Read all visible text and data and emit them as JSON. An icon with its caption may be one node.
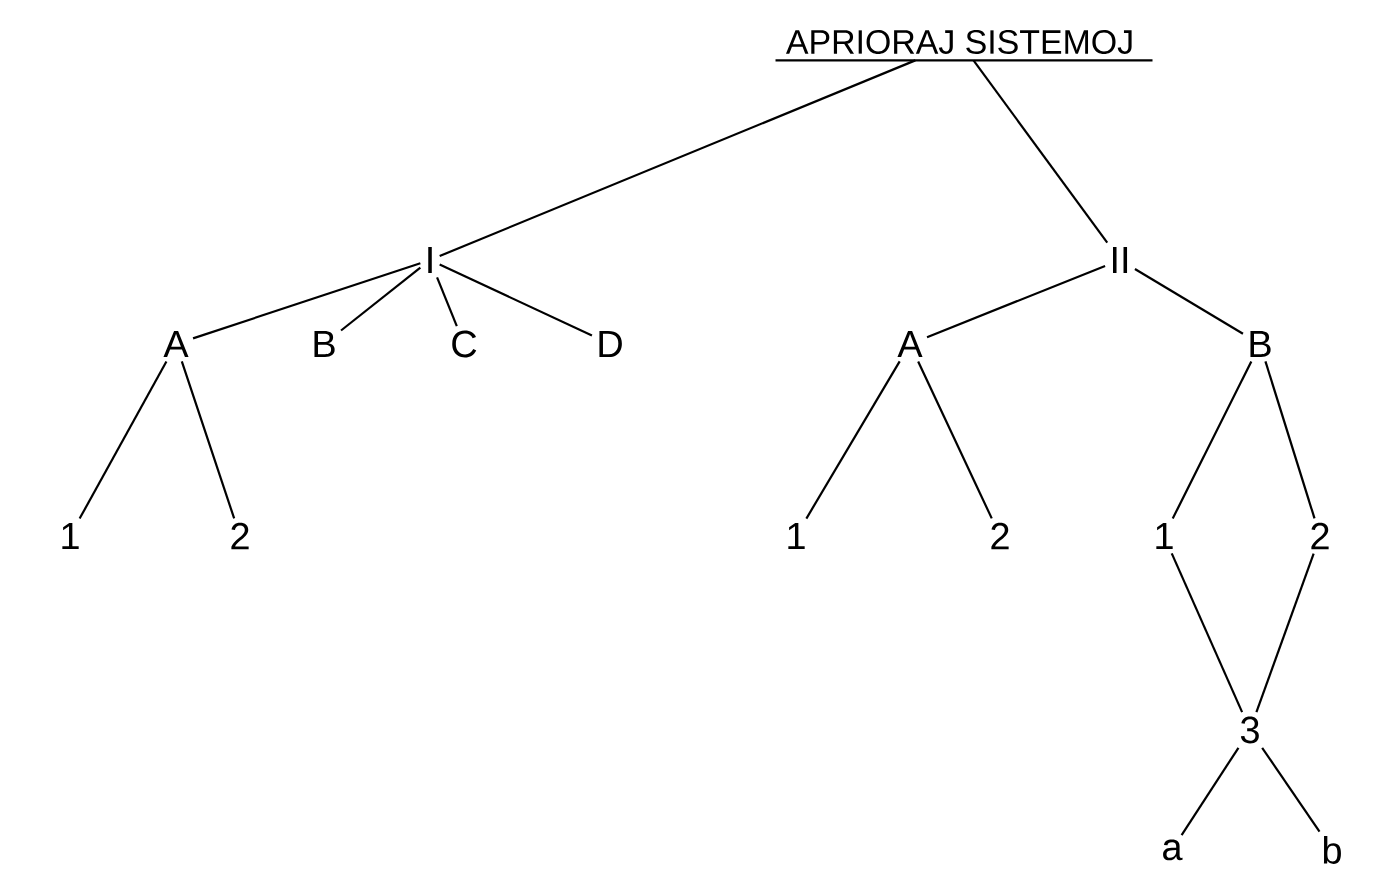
{
  "diagram": {
    "nodes": [
      {
        "text": [
          "APRIORAJ SISTEMOJ"
        ]
      },
      {
        "text": [
          "I"
        ]
      },
      {
        "text": [
          "II"
        ]
      },
      {
        "text": [
          "A"
        ]
      },
      {
        "text": [
          "B"
        ]
      },
      {
        "text": [
          "C"
        ]
      },
      {
        "text": [
          "D"
        ]
      },
      {
        "text": [
          "1"
        ]
      },
      {
        "text": [
          "2"
        ]
      },
      {
        "text": [
          "A"
        ]
      },
      {
        "text": [
          "B"
        ]
      },
      {
        "text": [
          "1"
        ]
      },
      {
        "text": [
          "2"
        ]
      },
      {
        "text": [
          "1"
        ]
      },
      {
        "text": [
          "2"
        ]
      },
      {
        "text": [
          "3"
        ]
      },
      {
        "text": [
          "a"
        ]
      },
      {
        "text": [
          "b"
        ]
      }
    ],
    "edges": [
      {
        "from": 0,
        "to": 1,
        "arrow": "none"
      },
      {
        "from": 0,
        "to": 2,
        "arrow": "none"
      },
      {
        "from": 1,
        "to": 3,
        "arrow": "none"
      },
      {
        "from": 1,
        "to": 4,
        "arrow": "none"
      },
      {
        "from": 1,
        "to": 5,
        "arrow": "none"
      },
      {
        "from": 1,
        "to": 6,
        "arrow": "none"
      },
      {
        "from": 3,
        "to": 7,
        "arrow": "none"
      },
      {
        "from": 3,
        "to": 8,
        "arrow": "none"
      },
      {
        "from": 2,
        "to": 9,
        "arrow": "none"
      },
      {
        "from": 2,
        "to": 10,
        "arrow": "none"
      },
      {
        "from": 9,
        "to": 11,
        "arrow": "none"
      },
      {
        "from": 9,
        "to": 12,
        "arrow": "none"
      },
      {
        "from": 10,
        "to": 13,
        "arrow": "none"
      },
      {
        "from": 10,
        "to": 14,
        "arrow": "none"
      },
      {
        "from": 13,
        "to": 15,
        "arrow": "none"
      },
      {
        "from": 14,
        "to": 15,
        "arrow": "none"
      },
      {
        "from": 15,
        "to": 16,
        "arrow": "none"
      },
      {
        "from": 15,
        "to": 17,
        "arrow": "none"
      }
    ]
  }
}
